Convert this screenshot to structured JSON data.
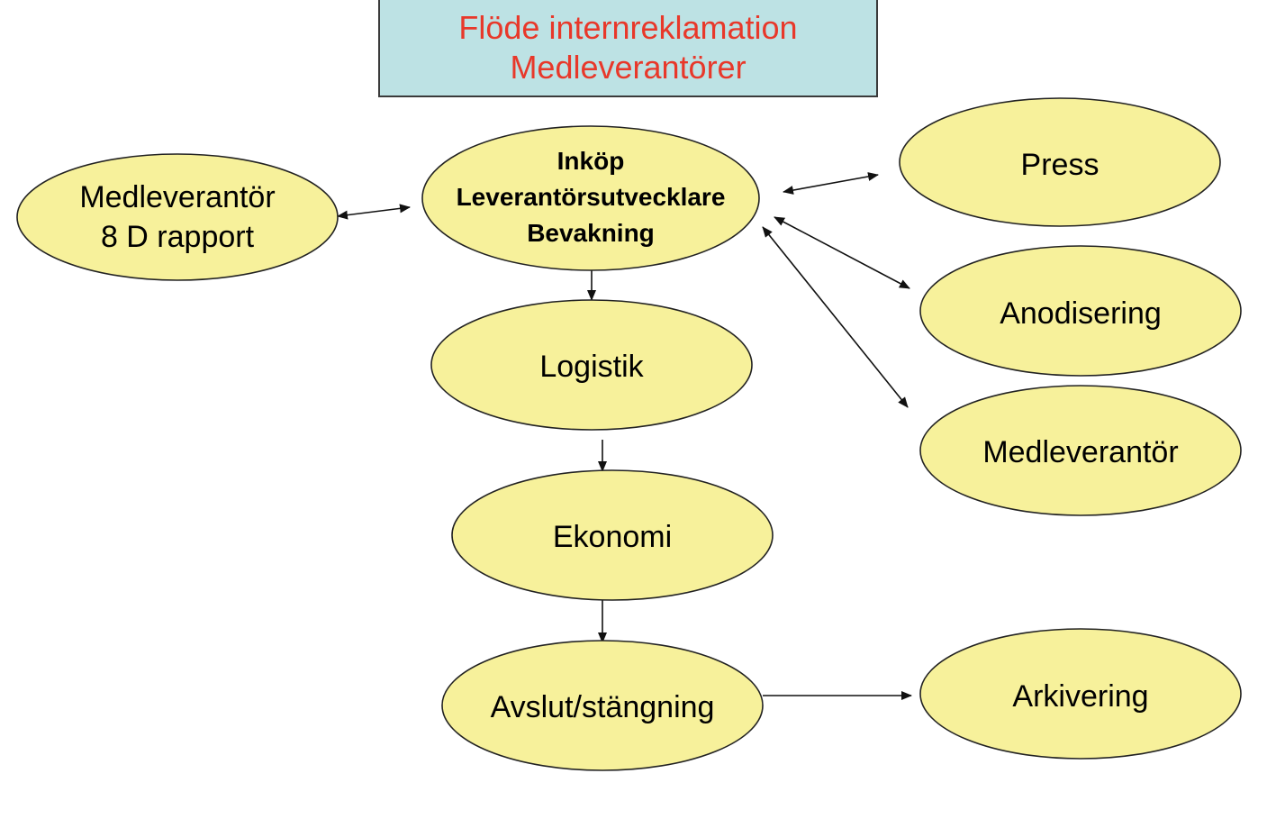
{
  "title": {
    "line1": "Flöde internreklamation",
    "line2": "Medleverantörer"
  },
  "colors": {
    "node_fill": "#f7f19b",
    "node_stroke": "#222222",
    "title_fill": "#bde2e4",
    "title_text": "#e8382a",
    "edge": "#111111"
  },
  "nodes": {
    "medleverantor_rapport": {
      "lines": [
        "Medleverantör",
        "8 D rapport"
      ]
    },
    "inkop": {
      "lines": [
        "Inköp",
        "Leverantörsutvecklare",
        "Bevakning"
      ]
    },
    "press": {
      "lines": [
        "Press"
      ]
    },
    "anodisering": {
      "lines": [
        "Anodisering"
      ]
    },
    "medleverantor": {
      "lines": [
        "Medleverantör"
      ]
    },
    "logistik": {
      "lines": [
        "Logistik"
      ]
    },
    "ekonomi": {
      "lines": [
        "Ekonomi"
      ]
    },
    "avslut": {
      "lines": [
        "Avslut/stängning"
      ]
    },
    "arkivering": {
      "lines": [
        "Arkivering"
      ]
    }
  },
  "edges": [
    {
      "from": "medleverantor_rapport",
      "to": "inkop",
      "type": "bidirectional"
    },
    {
      "from": "inkop",
      "to": "press",
      "type": "bidirectional"
    },
    {
      "from": "inkop",
      "to": "anodisering",
      "type": "bidirectional"
    },
    {
      "from": "inkop",
      "to": "medleverantor",
      "type": "bidirectional"
    },
    {
      "from": "inkop",
      "to": "logistik",
      "type": "directed"
    },
    {
      "from": "logistik",
      "to": "ekonomi",
      "type": "directed"
    },
    {
      "from": "ekonomi",
      "to": "avslut",
      "type": "directed"
    },
    {
      "from": "avslut",
      "to": "arkivering",
      "type": "directed"
    }
  ]
}
